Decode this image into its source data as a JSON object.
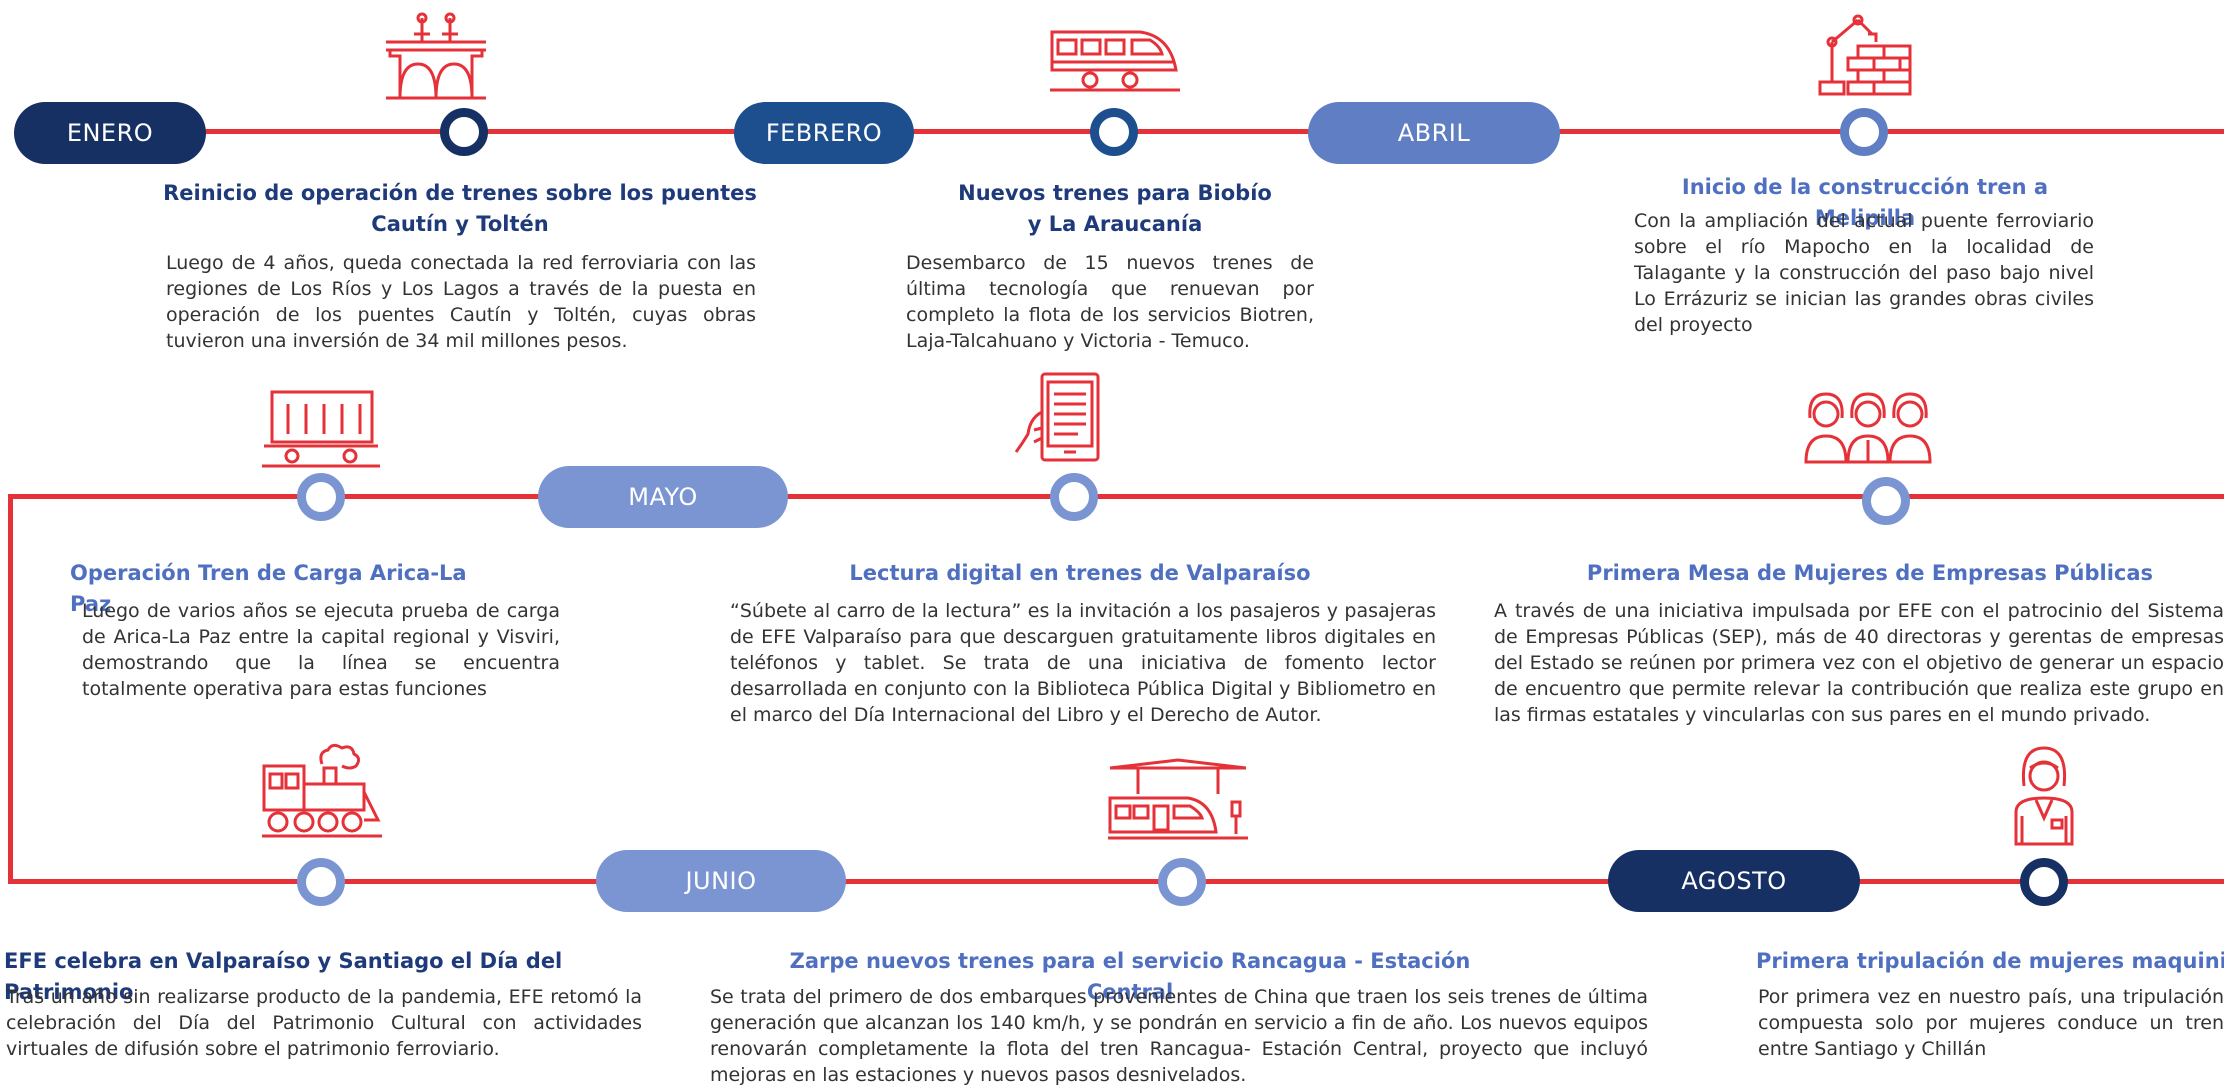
{
  "colors": {
    "navy": "#173063",
    "blue": "#1d4f8f",
    "light_blue": "#7a95d1",
    "red": "#e53138",
    "text": "#333333"
  },
  "months": {
    "enero": "ENERO",
    "febrero": "FEBRERO",
    "abril": "ABRIL",
    "mayo": "MAYO",
    "junio": "JUNIO",
    "agosto": "AGOSTO"
  },
  "events": {
    "puentes": {
      "icon": "bridge-icon",
      "title_1": "Reinicio de operación de trenes sobre los puentes",
      "title_2": "Cautín y Toltén",
      "text": "Luego de 4 años, queda conectada la red ferroviaria con las regiones de Los Ríos y Los Lagos a través de la puesta en operación de los puentes Cautín y Toltén, cuyas obras tuvieron una inversión de 34 mil millones pesos."
    },
    "biobio": {
      "icon": "train-icon",
      "title_1": "Nuevos trenes para Biobío",
      "title_2": "y La Araucanía",
      "text": "Desembarco de 15 nuevos trenes de última tecnología que renuevan por completo la flota de los servicios Biotren, Laja-Talcahuano y Victoria - Temuco."
    },
    "melipilla": {
      "icon": "construction-icon",
      "title": "Inicio de la construcción tren a Melipilla",
      "text": "Con la ampliación del actual puente ferroviario sobre el río Mapocho en la localidad de Talagante y la construcción del paso bajo nivel Lo Errázuriz se inician las grandes obras civiles del proyecto"
    },
    "arica": {
      "icon": "cargo-wagon-icon",
      "title": "Operación Tren de Carga Arica-La Paz",
      "text": "Luego de varios años se ejecuta prueba de carga de Arica-La Paz entre la capital regional y Visviri, demostrando que la línea se encuentra totalmente operativa para estas funciones"
    },
    "lectura": {
      "icon": "tablet-icon",
      "title": "Lectura digital en trenes de Valparaíso",
      "text": "“Súbete al carro de la lectura” es la invitación a los pasajeros y pasajeras de EFE Valparaíso para que descarguen gratuitamente libros digitales en teléfonos y tablet. Se trata de una iniciativa de fomento lector desarrollada en conjunto con la Biblioteca Pública Digital y Bibliometro en el marco del Día Internacional del Libro y el Derecho de Autor."
    },
    "mujeres": {
      "icon": "women-group-icon",
      "title": "Primera Mesa de Mujeres de Empresas Públicas",
      "text": "A través de una iniciativa impulsada por EFE con el patrocinio del Sistema de Empresas Públicas (SEP), más de 40 directoras y gerentas de empresas del Estado se reúnen por primera vez con el objetivo de generar un espacio de encuentro que permite relevar la contribución que realiza este grupo en las firmas estatales y vincularlas con sus pares en el mundo privado."
    },
    "patrimonio": {
      "icon": "steam-locomotive-icon",
      "title": "EFE celebra en Valparaíso y Santiago el Día del Patrimonio",
      "text": "Tras un año sin realizarse producto de la pandemia, EFE retomó la celebración del Día del Patrimonio Cultural con actividades virtuales de difusión sobre el patrimonio ferroviario."
    },
    "rancagua": {
      "icon": "station-train-icon",
      "title": "Zarpe nuevos trenes para el servicio Rancagua - Estación Central",
      "text": "Se trata del primero de dos embarques provenientes de China que traen los seis trenes de última generación que alcanzan los 140 km/h, y se pondrán en servicio a fin de año. Los nuevos equipos renovarán completamente la flota del tren Rancagua- Estación Central, proyecto que incluyó mejoras en las estaciones y nuevos pasos desnivelados."
    },
    "maquinistas": {
      "icon": "woman-driver-icon",
      "title": "Primera tripulación de mujeres maquinistas",
      "text": "Por primera vez en nuestro país, una tripulación compuesta solo por mujeres conduce un tren entre Santiago y Chillán"
    }
  }
}
